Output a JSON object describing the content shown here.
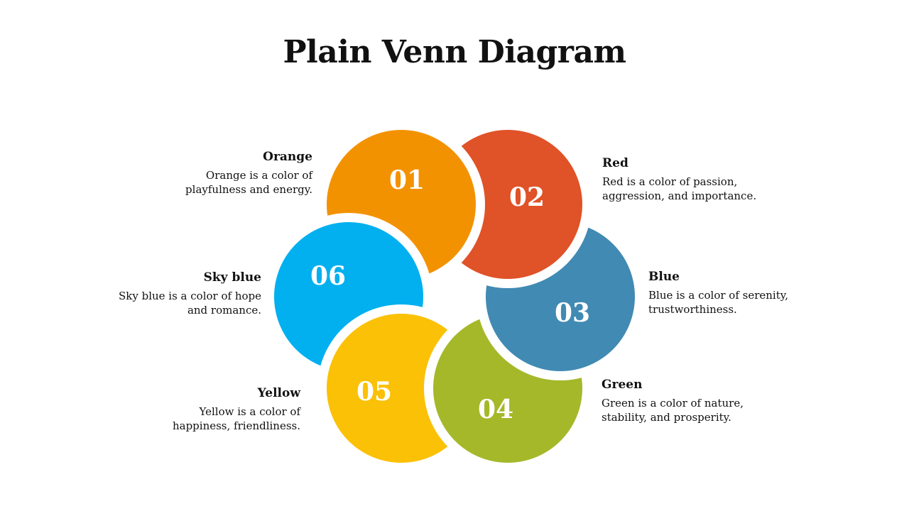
{
  "title": "Plain Venn Diagram",
  "petals": [
    {
      "number": "01",
      "color": "#F39200",
      "name": "Orange",
      "lines": [
        "Orange is a color of",
        "playfulness and energy."
      ]
    },
    {
      "number": "02",
      "color": "#E05227",
      "name": "Red",
      "lines": [
        "Red is a color of passion,",
        "aggression, and importance."
      ]
    },
    {
      "number": "03",
      "color": "#418AB3",
      "name": "Blue",
      "lines": [
        "Blue is a color of serenity,",
        "trustworthiness."
      ]
    },
    {
      "number": "04",
      "color": "#A5B82A",
      "name": "Green",
      "lines": [
        "Green is a color of nature,",
        "stability,  and prosperity."
      ]
    },
    {
      "number": "05",
      "color": "#FBC107",
      "name": "Yellow",
      "lines": [
        "Yellow is a color of",
        "happiness, friendliness."
      ]
    },
    {
      "number": "06",
      "color": "#02B0F0",
      "name": "Sky blue",
      "lines": [
        "Sky blue is a color of hope",
        "and romance."
      ]
    }
  ]
}
